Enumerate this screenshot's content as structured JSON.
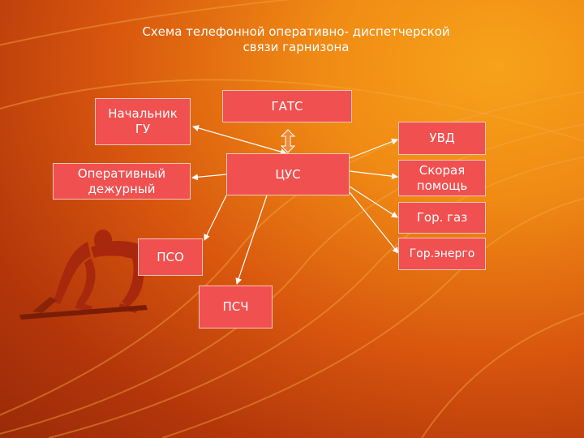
{
  "title": "Схема телефонной оперативно- диспетчерской\nсвязи гарнизона",
  "boxes": {
    "gats": "ГАТС",
    "nachalnik": "Начальник\nГУ",
    "uvd": "УВД",
    "operativny": "Оперативный\nдежурный",
    "cus": "ЦУС",
    "skoraya": "Скорая\nпомощь",
    "gaz": "Гор. газ",
    "energo": "Гор.энерго",
    "pso": "ПСО",
    "psch": "ПСЧ"
  },
  "colors": {
    "box_fill": "#f05050",
    "arrow": "#ffffff",
    "background": "#e0650f"
  }
}
